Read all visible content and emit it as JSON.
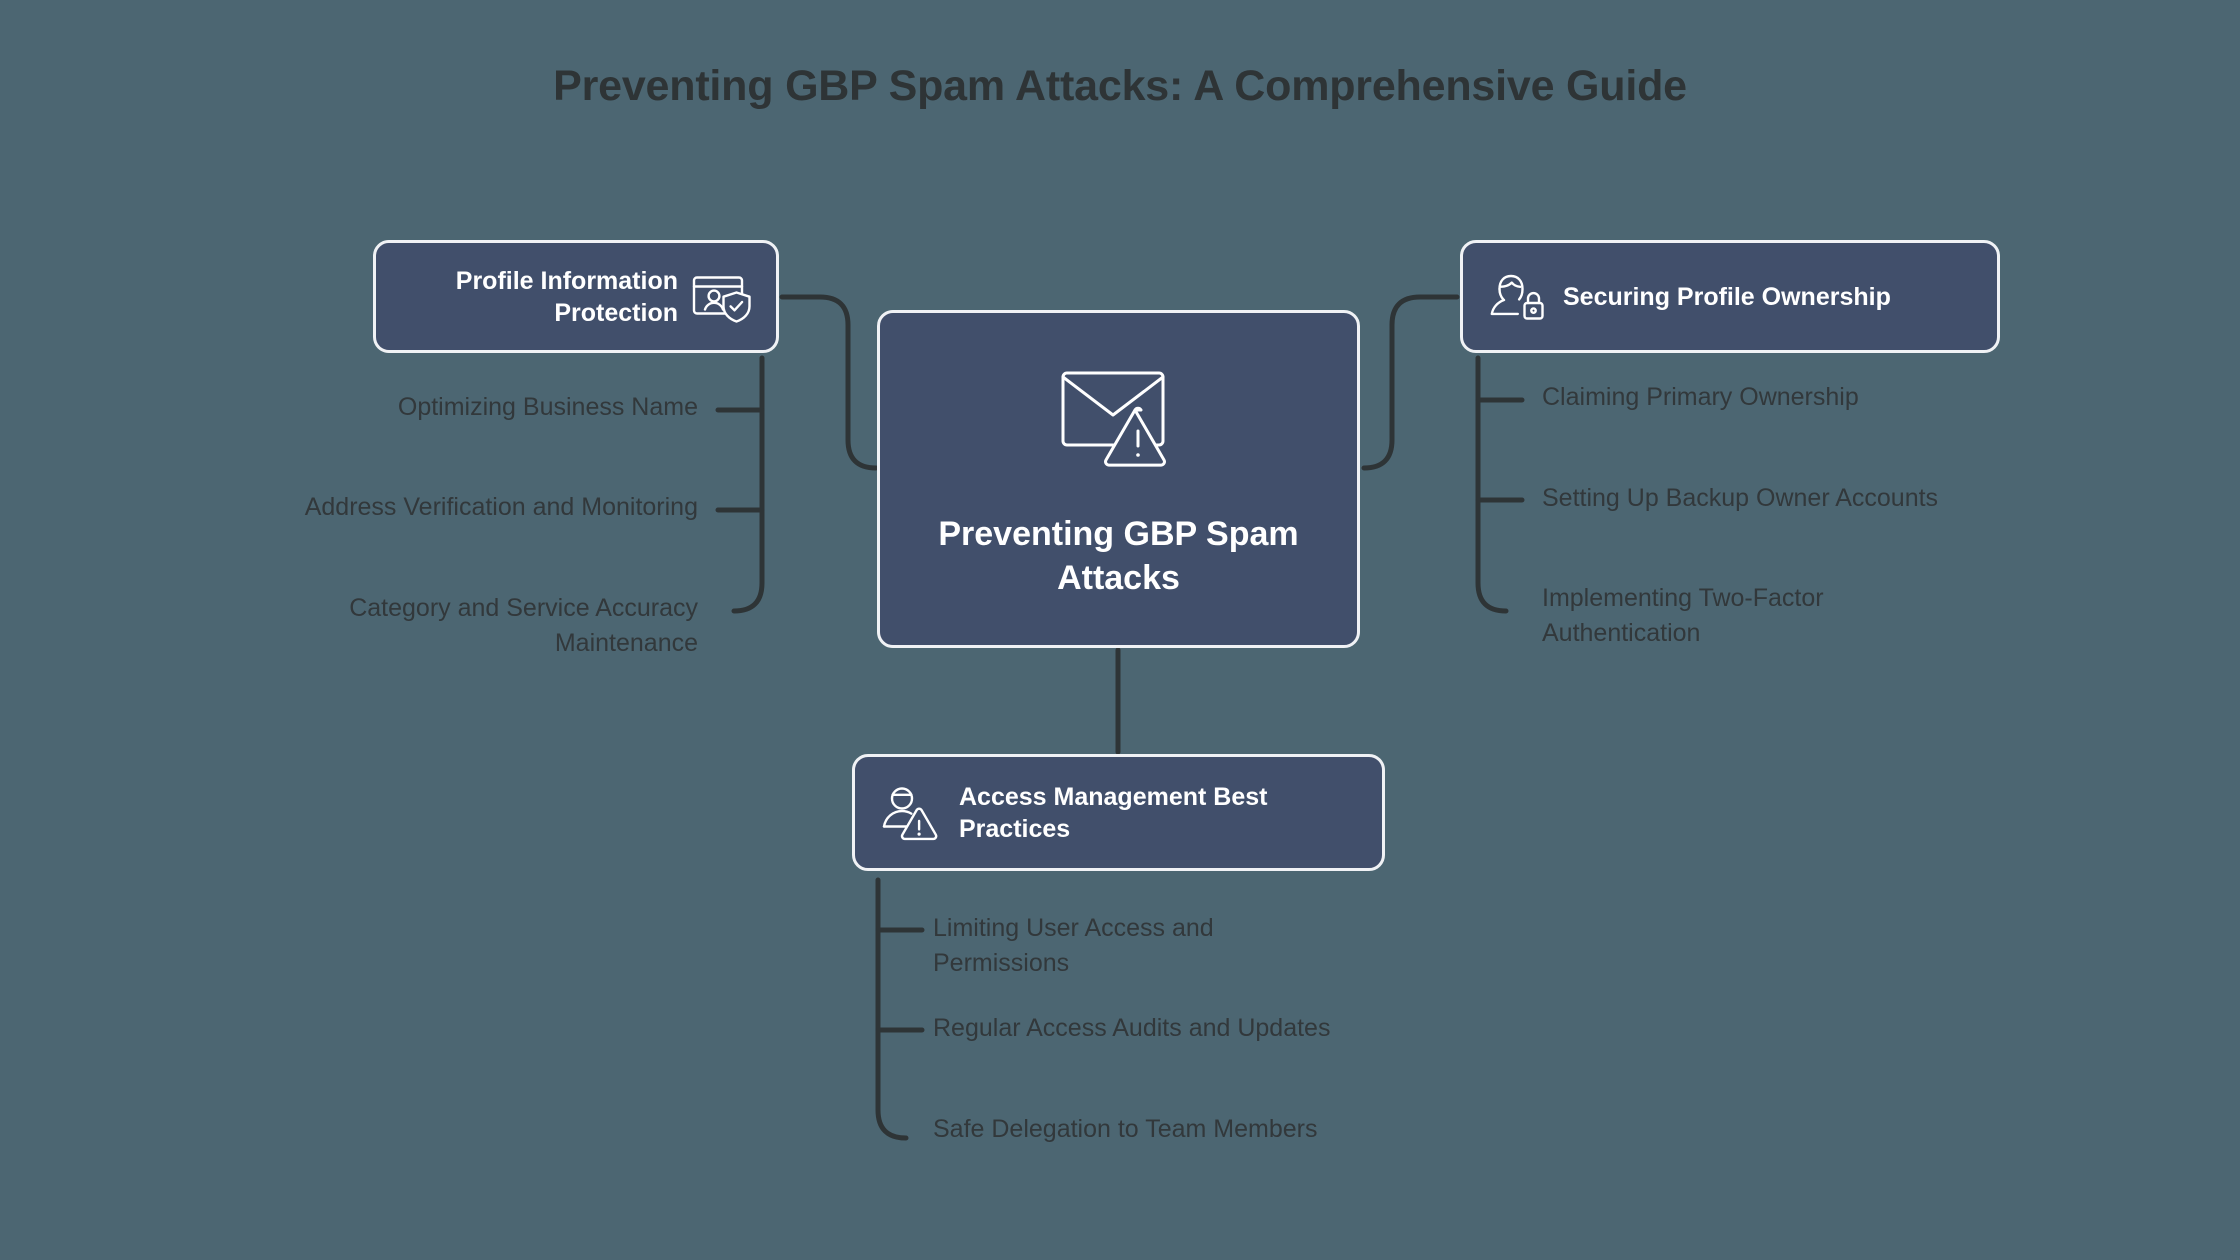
{
  "page": {
    "title": "Preventing GBP Spam Attacks: A Comprehensive Guide",
    "background_color": "#4c6672",
    "node_fill_color": "#414f6b",
    "node_border_color": "#f0f2f5",
    "text_color": "#32383b",
    "node_text_color": "#ffffff",
    "connector_color": "#2e3436"
  },
  "center": {
    "label": "Preventing GBP Spam Attacks",
    "icon": "envelope-warning-icon"
  },
  "branches": [
    {
      "id": "profile-information-protection",
      "label": "Profile Information Protection",
      "icon": "profile-card-shield-check-icon",
      "side": "left",
      "items": [
        "Optimizing Business Name",
        "Address Verification and Monitoring",
        "Category and Service Accuracy Maintenance"
      ]
    },
    {
      "id": "securing-profile-ownership",
      "label": "Securing Profile Ownership",
      "icon": "person-lock-icon",
      "side": "right",
      "items": [
        "Claiming Primary Ownership",
        "Setting Up Backup Owner Accounts",
        "Implementing Two-Factor Authentication"
      ]
    },
    {
      "id": "access-management-best-practices",
      "label": "Access Management Best Practices",
      "icon": "person-warning-icon",
      "side": "bottom",
      "items": [
        "Limiting User Access and Permissions",
        "Regular Access Audits and Updates",
        "Safe Delegation to Team Members"
      ]
    }
  ]
}
